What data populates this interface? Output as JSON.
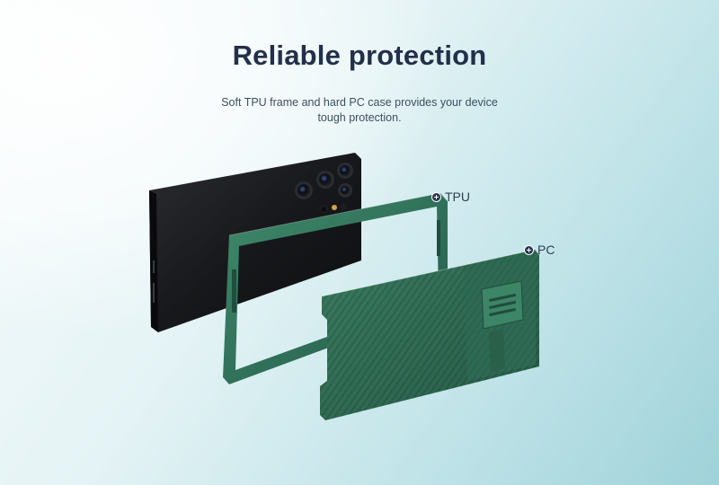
{
  "header": {
    "title": "Reliable protection",
    "subtitle": "Soft TPU frame and hard PC case provides your device tough protection."
  },
  "callouts": {
    "tpu_label": "TPU",
    "pc_label": "PC"
  },
  "colors": {
    "headline": "#22304a",
    "case_green": "#2f6b52",
    "phone_body": "#151618"
  }
}
